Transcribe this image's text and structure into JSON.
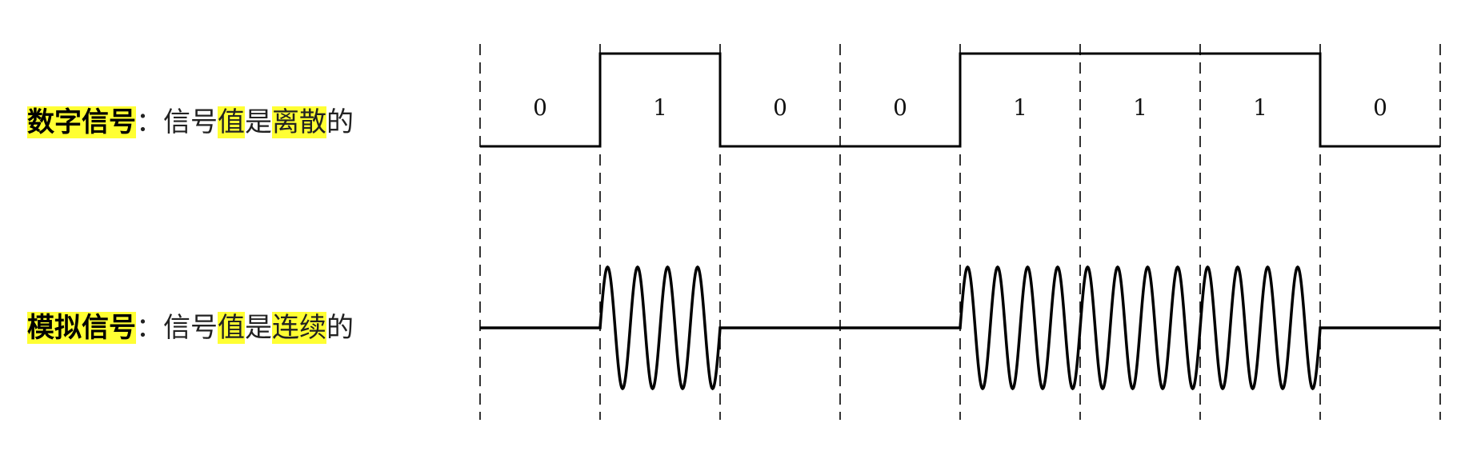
{
  "digital": {
    "term": "数字信号",
    "colon": "：",
    "text1": "信号",
    "hl1": "值",
    "text2": "是",
    "hl2": "离散",
    "text3": "的"
  },
  "analog": {
    "term": "模拟信号",
    "colon": "：",
    "text1": "信号",
    "hl1": "值",
    "text2": "是",
    "hl2": "连续",
    "text3": "的"
  },
  "bits": [
    "0",
    "1",
    "0",
    "0",
    "1",
    "1",
    "1",
    "0"
  ],
  "colors": {
    "highlight": "#ffff33",
    "line": "#000000"
  }
}
